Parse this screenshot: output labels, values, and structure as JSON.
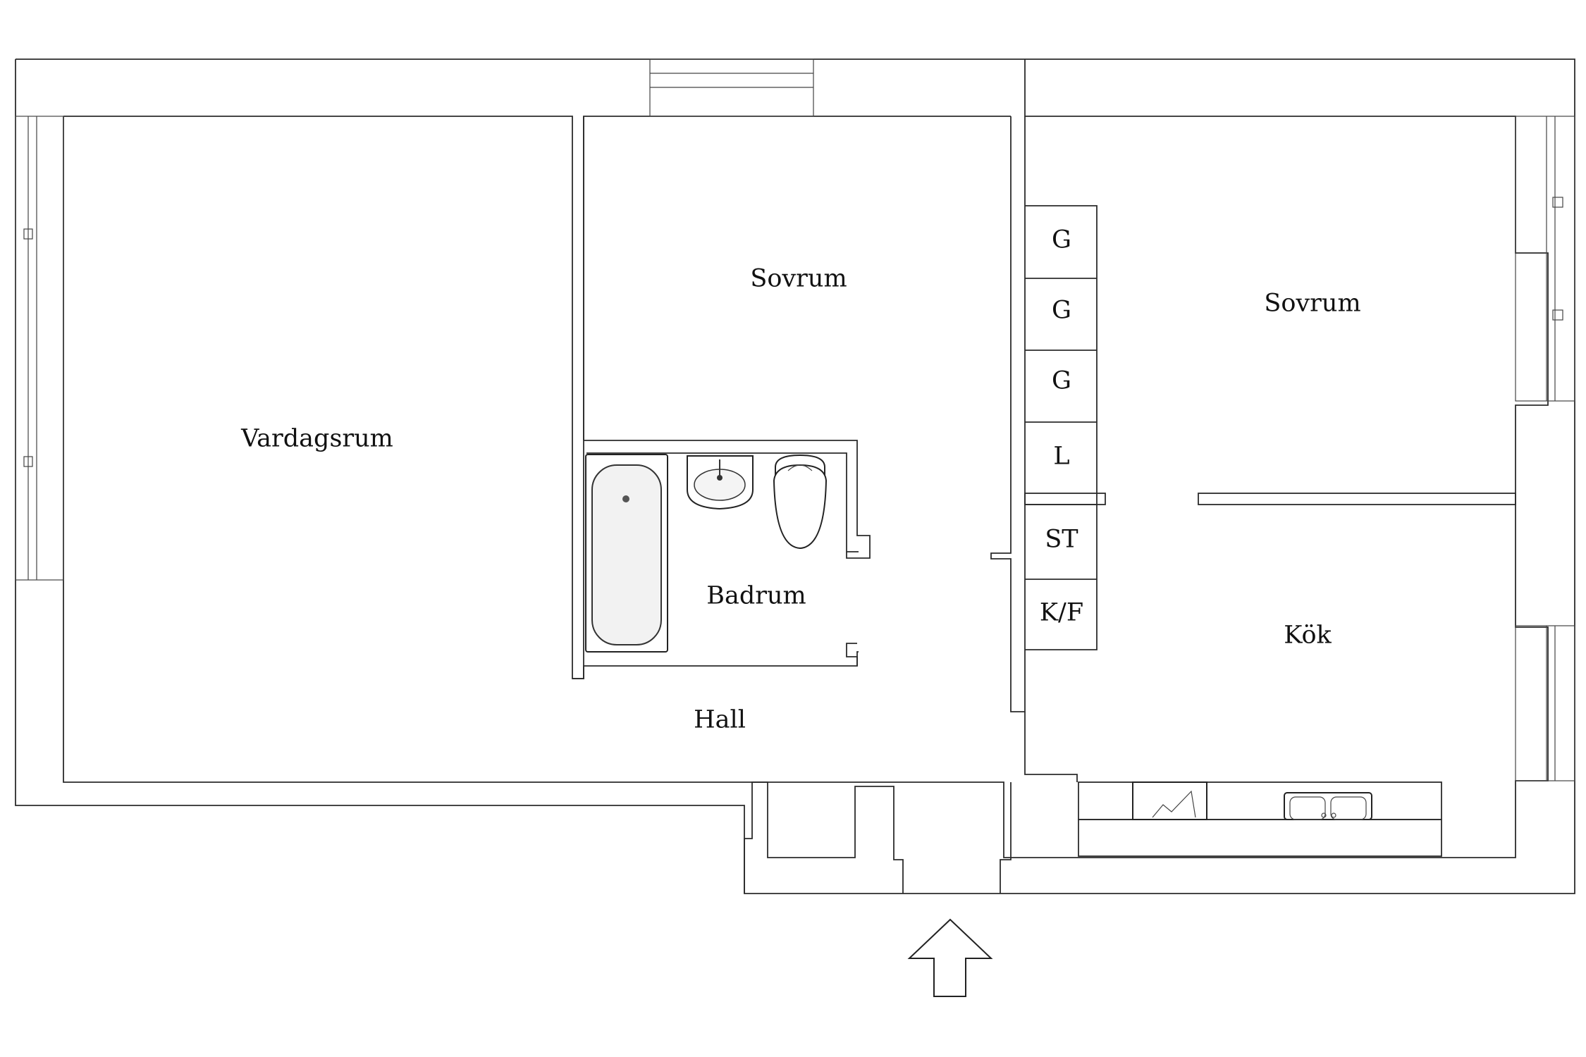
{
  "rooms": {
    "living_room": "Vardagsrum",
    "bedroom_1": "Sovrum",
    "bedroom_2": "Sovrum",
    "bathroom": "Badrum",
    "hall": "Hall",
    "kitchen": "Kök"
  },
  "storage": {
    "wardrobe_1": "G",
    "wardrobe_2": "G",
    "wardrobe_3": "G",
    "linen": "L",
    "cleaning": "ST",
    "fridge_freezer": "K/F"
  },
  "colors": {
    "wall_stroke": "#2b2b2b",
    "background": "#ffffff",
    "label_text": "#111111"
  },
  "icons": {
    "entrance": "entrance-arrow-icon",
    "bathtub": "bathtub-icon",
    "sink": "sink-icon",
    "toilet": "toilet-icon",
    "stove": "stove-icon",
    "kitchen_sink": "kitchen-sink-icon"
  }
}
